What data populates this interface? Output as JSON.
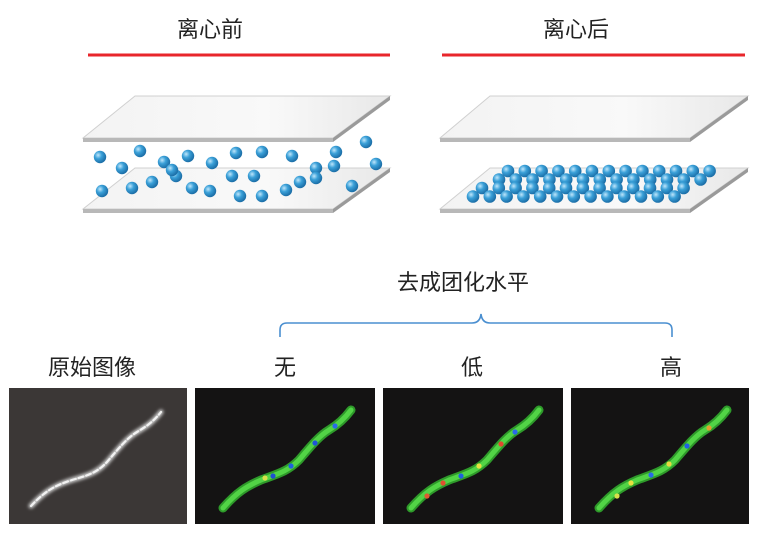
{
  "top": {
    "before_label": "离心前",
    "after_label": "离心后",
    "accent_color": "#e8262b",
    "particle_color": "#3aa0d8"
  },
  "bottom": {
    "bracket_label": "去成团化水平",
    "original_label": "原始图像",
    "levels": [
      "无",
      "低",
      "高"
    ],
    "bracket_color": "#4a8fd0"
  }
}
